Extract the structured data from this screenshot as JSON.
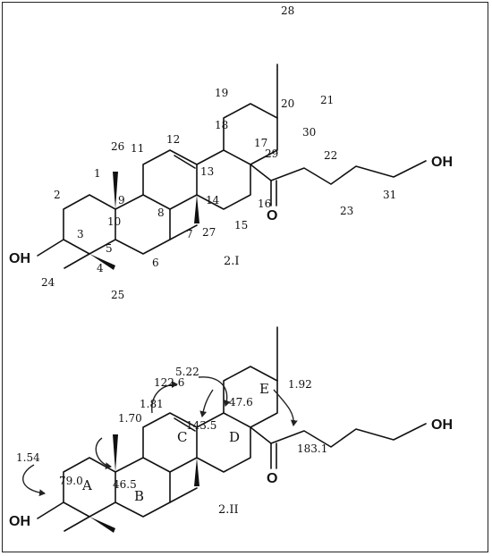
{
  "structure_1": {
    "label": "2.I",
    "atoms": {
      "oh_left": "OH",
      "oh_right": "OH",
      "o_carbonyl": "O"
    },
    "carbons": [
      "1",
      "2",
      "3",
      "4",
      "5",
      "6",
      "7",
      "8",
      "9",
      "10",
      "11",
      "12",
      "13",
      "14",
      "15",
      "16",
      "17",
      "18",
      "19",
      "20",
      "21",
      "22",
      "23",
      "24",
      "25",
      "26",
      "27",
      "28",
      "29",
      "30",
      "31"
    ]
  },
  "structure_2": {
    "label": "2.II",
    "atoms": {
      "oh_left": "OH",
      "oh_right": "OH",
      "o_carbonyl": "O"
    },
    "rings": [
      "A",
      "B",
      "C",
      "D",
      "E"
    ],
    "shifts": [
      "1.54",
      "79.0",
      "1.70",
      "46.5",
      "1.81",
      "122.6",
      "5.22",
      "143.5",
      "47.6",
      "1.92",
      "183.1"
    ]
  },
  "colors": {
    "ink": "#111111",
    "background": "#ffffff",
    "border": "#222222"
  }
}
